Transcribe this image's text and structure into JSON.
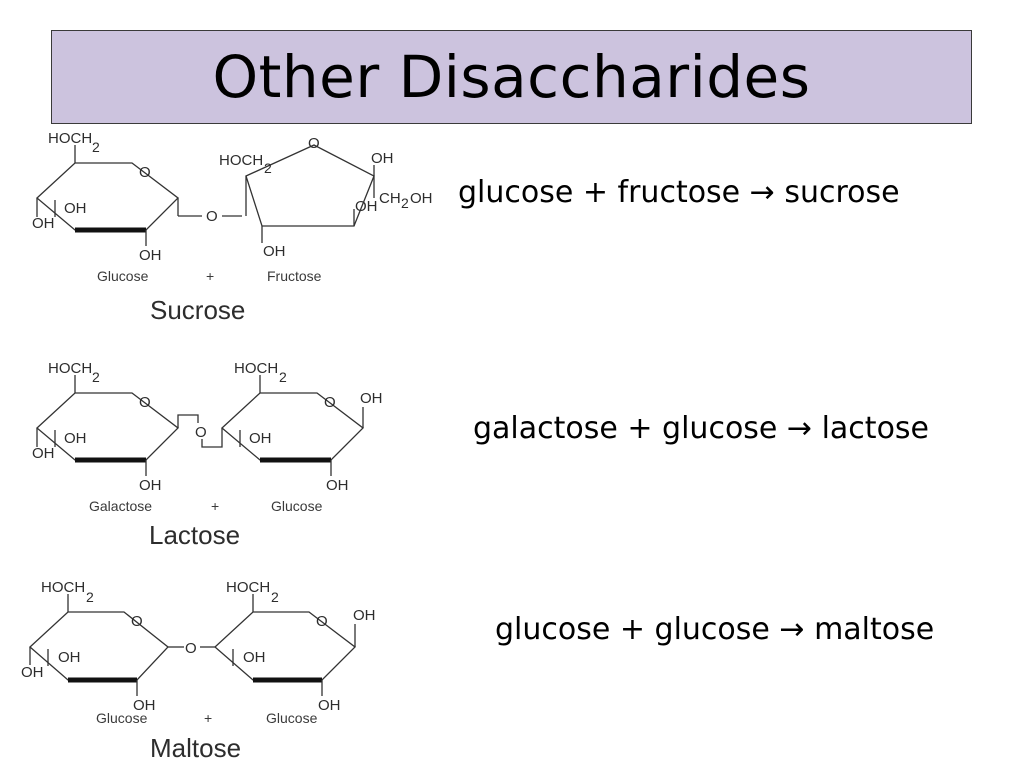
{
  "title": "Other Disaccharides",
  "sucrose": {
    "atoms": {
      "glc_hoch": "HOCH",
      "glc_hoch_sub": "2",
      "glc_o": "O",
      "glc_oh_left": "OH",
      "glc_oh_inner": "OH",
      "glc_oh_bottom": "OH",
      "link_o": "O",
      "fru_hoch": "HOCH",
      "fru_hoch_sub": "2",
      "fru_o": "O",
      "fru_oh_top": "OH",
      "fru_oh_right": "OH",
      "fru_ch2oh_a": "CH",
      "fru_ch2oh_sub": "2",
      "fru_ch2oh_b": "OH",
      "fru_oh_bottom": "OH"
    },
    "left_label": "Glucose",
    "plus": "+",
    "right_label": "Fructose",
    "name": "Sucrose"
  },
  "lactose": {
    "atoms": {
      "l_hoch": "HOCH",
      "l_hoch_sub": "2",
      "l_o": "O",
      "l_oh_left": "OH",
      "l_oh_inner": "OH",
      "l_oh_bottom": "OH",
      "link_o": "O",
      "r_hoch": "HOCH",
      "r_hoch_sub": "2",
      "r_o": "O",
      "r_oh_right": "OH",
      "r_oh_inner": "OH",
      "r_oh_bottom": "OH"
    },
    "left_label": "Galactose",
    "plus": "+",
    "right_label": "Glucose",
    "name": "Lactose"
  },
  "maltose": {
    "atoms": {
      "l_hoch": "HOCH",
      "l_hoch_sub": "2",
      "l_o": "O",
      "l_oh_left": "OH",
      "l_oh_inner": "OH",
      "l_oh_bottom": "OH",
      "link_o": "O",
      "r_hoch": "HOCH",
      "r_hoch_sub": "2",
      "r_o": "O",
      "r_oh_right": "OH",
      "r_oh_inner": "OH",
      "r_oh_bottom": "OH"
    },
    "left_label": "Glucose",
    "plus": "+",
    "right_label": "Glucose",
    "name": "Maltose"
  },
  "equations": {
    "sucrose": "glucose + fructose → sucrose",
    "lactose": "galactose + glucose → lactose",
    "maltose": "glucose + glucose → maltose"
  }
}
